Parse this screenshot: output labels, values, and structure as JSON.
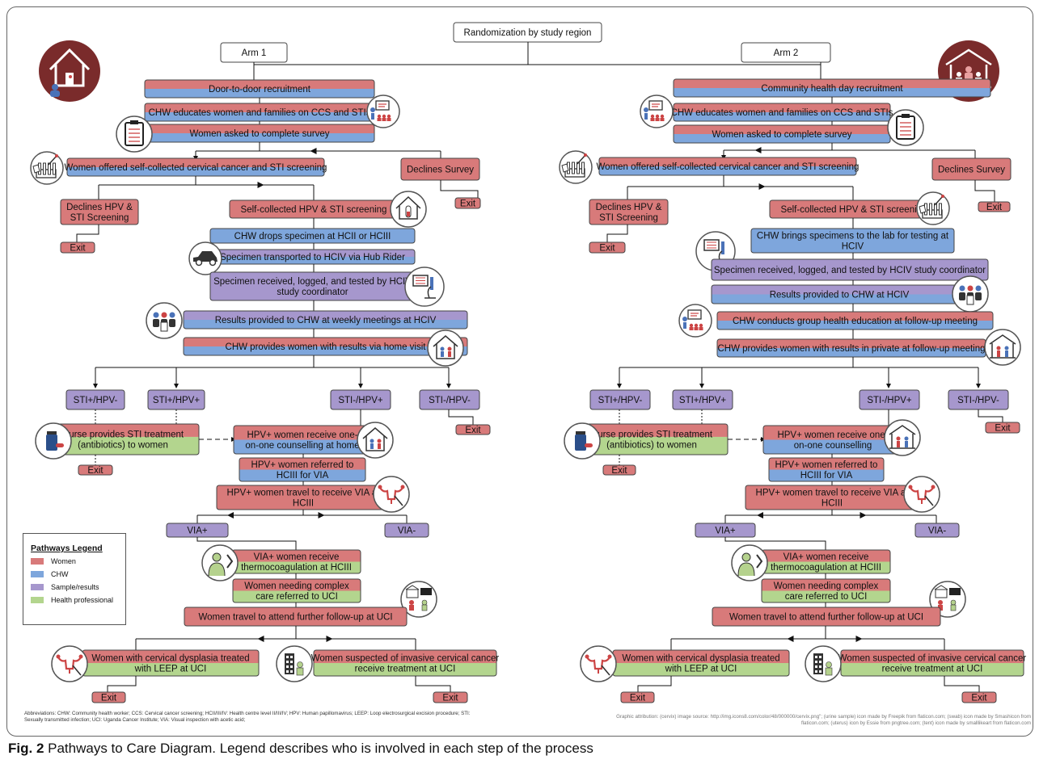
{
  "colors": {
    "women": "#d87a7a",
    "chw": "#7ea6dc",
    "sample": "#a697cd",
    "health": "#b3d58e",
    "border": "#444444",
    "icon_bg": "#7a2b2b"
  },
  "top": {
    "randomization": "Randomization by study region",
    "arm1": "Arm 1",
    "arm2": "Arm 2"
  },
  "left": {
    "door": "Door-to-door recruitment",
    "educate": "CHW educates women and families on CCS and STIs",
    "survey": "Women asked to complete survey",
    "offered": "Women offered self-collected cervical cancer and STI screening",
    "declines_survey": "Declines Survey",
    "exit": "Exit",
    "declines_hpv_1": "Declines HPV &",
    "declines_hpv_2": "STI Screening",
    "self": "Self-collected  HPV & STI screening",
    "drops": "CHW drops specimen at HCII or HCIII",
    "transported": "Specimen transported to HCIV via Hub Rider",
    "received_1": "Specimen received, logged, and tested by HCIV",
    "received_2": "study coordinator",
    "results": "Results provided to CHW at weekly meetings at HCIV",
    "provides": "CHW provides women with results via home visit",
    "g1": "STI+/HPV-",
    "g2": "STI+/HPV+",
    "g3": "STI-/HPV+",
    "g4": "STI-/HPV-",
    "nurse_1": "Nurse provides STI treatment",
    "nurse_2": "(antibiotics) to women",
    "counsel_1": "HPV+ women receive one-",
    "counsel_2": "on-one counselling at home",
    "referred_1": "HPV+ women referred to",
    "referred_2": "HCIII for VIA",
    "travel_1": "HPV+ women travel to receive VIA at",
    "travel_2": "HCIII",
    "via_pos": "VIA+",
    "via_neg": "VIA-",
    "thermo_1": "VIA+ women receive",
    "thermo_2": "thermocoagulation at HCIII",
    "complex_1": "Women needing complex",
    "complex_2": "care referred to UCI",
    "further": "Women travel to attend further follow-up at UCI",
    "leep_1": "Women with cervical dysplasia treated",
    "leep_2": "with LEEP at UCI",
    "cancer_1": "Women suspected of invasive cervical cancer",
    "cancer_2": "receive treatment at UCI"
  },
  "right": {
    "community": "Community health day recruitment",
    "educate": "CHW educates women and families on CCS and STIs",
    "survey": "Women asked to complete survey",
    "offered": "Women offered self-collected cervical cancer and STI screening",
    "declines_survey": "Declines Survey",
    "exit": "Exit",
    "declines_hpv_1": "Declines HPV &",
    "declines_hpv_2": "STI Screening",
    "self": "Self-collected  HPV & STI screening",
    "brings_1": "CHW brings specimens to the lab for testing at",
    "brings_2": "HCIV",
    "received": "Specimen received, logged, and tested by HCIV study coordinator",
    "results": "Results provided to CHW at HCIV",
    "group": "CHW conducts group health education at follow-up meeting",
    "private": "CHW provides women with results in private at follow-up meeting",
    "g1": "STI+/HPV-",
    "g2": "STI+/HPV+",
    "g3": "STI-/HPV+",
    "g4": "STI-/HPV-",
    "nurse_1": "Nurse provides STI treatment",
    "nurse_2": "(antibiotics) to women",
    "counsel_1": "HPV+ women receive one-",
    "counsel_2": "on-one counselling",
    "referred_1": "HPV+ women referred to",
    "referred_2": "HCIII for VIA",
    "travel_1": "HPV+ women travel to receive VIA at",
    "travel_2": "HCIII",
    "via_pos": "VIA+",
    "via_neg": "VIA-",
    "thermo_1": "VIA+ women receive",
    "thermo_2": "thermocoagulation at HCIII",
    "complex_1": "Women needing complex",
    "complex_2": "care referred to UCI",
    "further": "Women travel to attend further follow-up at UCI",
    "leep_1": "Women with cervical dysplasia treated",
    "leep_2": "with LEEP at UCI",
    "cancer_1": "Women suspected of invasive cervical cancer",
    "cancer_2": "receive treatment at UCI"
  },
  "legend": {
    "title": "Pathways Legend",
    "women": "Women",
    "chw": "CHW",
    "sample": "Sample/results",
    "health": "Health professional"
  },
  "abbreviations": "Abbreviations: CHW: Community health worker;  CCS: Cervical cancer screening;  HCII/III/IV: Health centre level II/III/IV; HPV: Human papillomavirus; LEEP: Loop electrosurgical excision procedure; STI: Sexually transmitted infection; UCI: Uganda Cancer Institute; VIA: Visual inspection with acetic acid;",
  "attribution": "Graphic attribution: (cervix) image source: http://img.icons8.com/color/48/000000/cervix.png\"; (urine sample) icon made by Freepik from flaticon.com; (swab) icon made by Smashicon from flaticon.com; (uterus) icon by Essie from pngtree.com; (tent) icon made by smalllikeart from flaticon.com",
  "caption": {
    "label": "Fig. 2",
    "text": " Pathways to Care Diagram. Legend describes who is involved in each step of the process"
  }
}
